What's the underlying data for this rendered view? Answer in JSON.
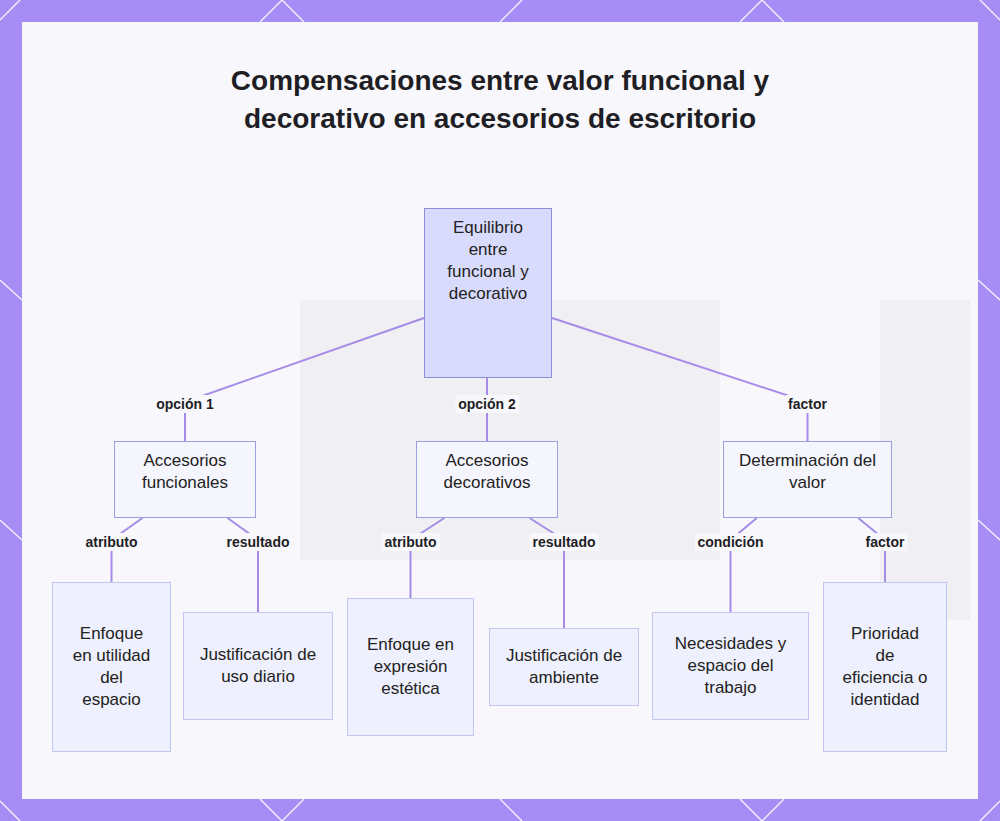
{
  "diagram": {
    "title": "Compensaciones entre valor funcional y decorativo en accesorios de escritorio",
    "nodes": [
      {
        "text": [
          "Equilibrio entre funcional y decorativo"
        ]
      },
      {
        "text": [
          "Accesorios funcionales"
        ]
      },
      {
        "text": [
          "Accesorios decorativos"
        ]
      },
      {
        "text": [
          "Determinación del valor"
        ]
      },
      {
        "text": [
          "Enfoque en utilidad del espacio"
        ]
      },
      {
        "text": [
          "Justificación de uso diario"
        ]
      },
      {
        "text": [
          "Enfoque en expresión estética"
        ]
      },
      {
        "text": [
          "Justificación de ambiente"
        ]
      },
      {
        "text": [
          "Necesidades y espacio del trabajo"
        ]
      },
      {
        "text": [
          "Prioridad de eficiencia o identidad"
        ]
      }
    ],
    "edges": [
      {
        "from": 0,
        "to": 1,
        "arrow": "none",
        "label": "opción 1"
      },
      {
        "from": 0,
        "to": 2,
        "arrow": "none",
        "label": "opción 2"
      },
      {
        "from": 0,
        "to": 3,
        "arrow": "none",
        "label": "factor"
      },
      {
        "from": 1,
        "to": 4,
        "arrow": "none",
        "label": "atributo"
      },
      {
        "from": 1,
        "to": 5,
        "arrow": "none",
        "label": "resultado"
      },
      {
        "from": 2,
        "to": 6,
        "arrow": "none",
        "label": "atributo"
      },
      {
        "from": 2,
        "to": 7,
        "arrow": "none",
        "label": "resultado"
      },
      {
        "from": 3,
        "to": 8,
        "arrow": "none",
        "label": "condición"
      },
      {
        "from": 3,
        "to": 9,
        "arrow": "none",
        "label": "factor"
      }
    ]
  }
}
